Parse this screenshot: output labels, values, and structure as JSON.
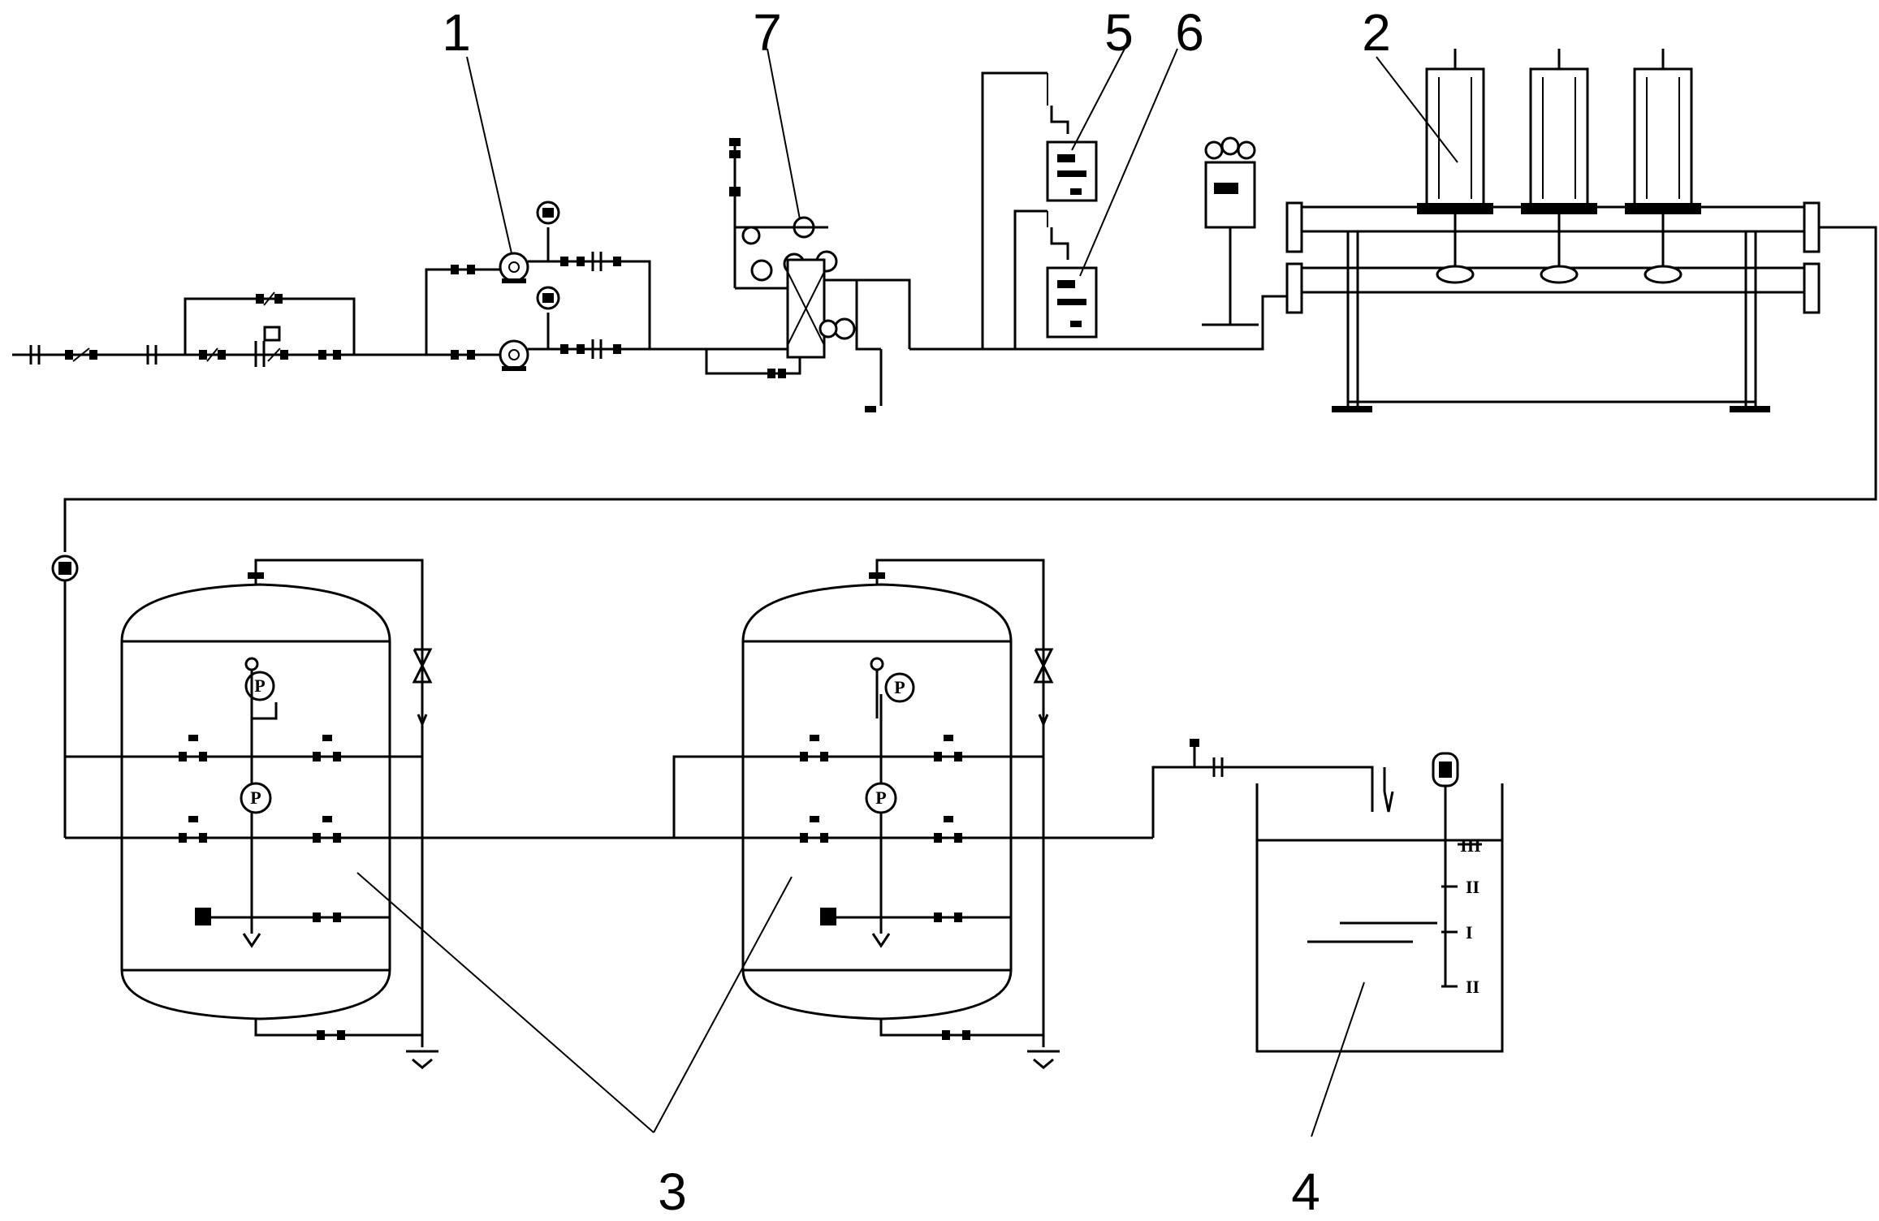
{
  "callouts": {
    "c1": "1",
    "c2": "2",
    "c3": "3",
    "c4": "4",
    "c5": "5",
    "c6": "6",
    "c7": "7"
  },
  "gauges": {
    "tank1_top": "P",
    "tank1_mid": "P",
    "tank2_top": "P",
    "tank2_mid": "P"
  },
  "level_scale": {
    "top": "III",
    "upper": "II",
    "middle": "I",
    "bottom": "II"
  }
}
